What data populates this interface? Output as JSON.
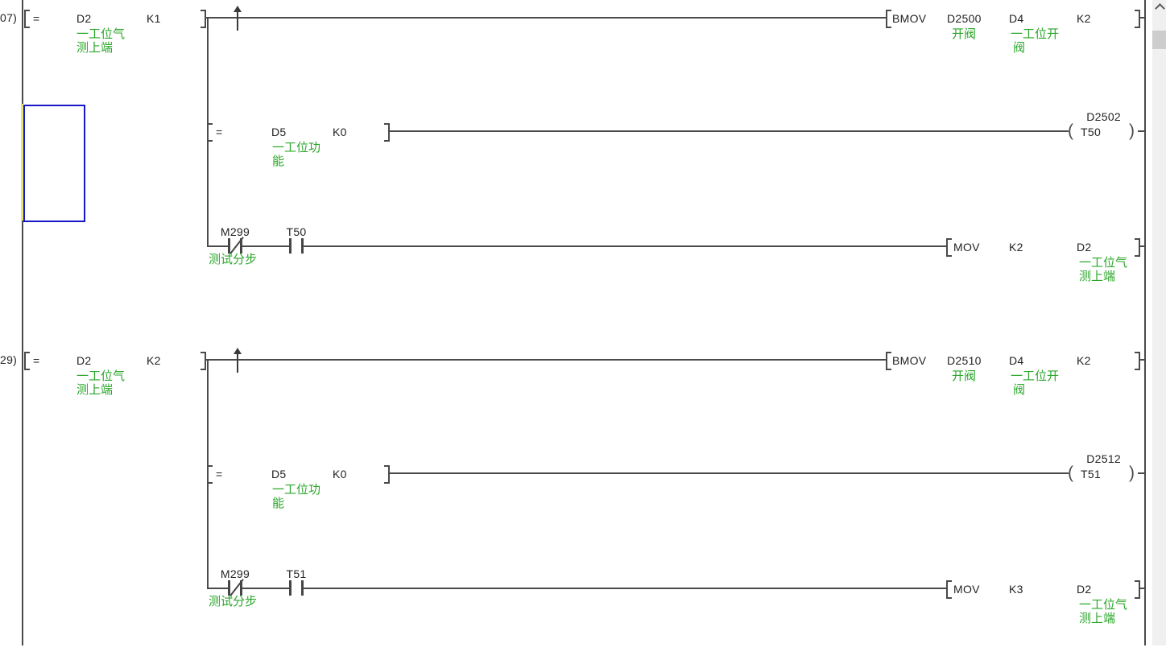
{
  "app": {
    "type": "plc-ladder-editor"
  },
  "colors": {
    "wire": "#4a4a4a",
    "device_text": "#232323",
    "comment_green": "#2aa62a",
    "selection_blue": "#1717c8",
    "rail_highlight_yellow": "#e6e66a",
    "scroll_track": "#f0f0f0",
    "scroll_thumb": "#cdcdcd"
  },
  "rungs": [
    {
      "step": "07)",
      "compare": {
        "op": "=",
        "s1": "D2",
        "s2": "K1"
      },
      "compare_comment": [
        "一工位气",
        "测上端"
      ],
      "bmov": {
        "instr": "BMOV",
        "a1": "D2500",
        "a2": "D4",
        "a3": "K2"
      },
      "bmov_comments": {
        "a1_line1": "开阀",
        "a2_line1": "一工位开",
        "a2_line2": "阀"
      },
      "timer_branch": {
        "op": "=",
        "s1": "D5",
        "s2": "K0",
        "comment": [
          "一工位功",
          "能"
        ],
        "preset": "D2502",
        "coil": "T50"
      },
      "reset_branch": {
        "nc": "M299",
        "nc_comment": "测试分步",
        "no": "T50",
        "instr": "MOV",
        "src": "K2",
        "dst": "D2",
        "dst_comment": [
          "一工位气",
          "测上端"
        ]
      }
    },
    {
      "step": "29)",
      "compare": {
        "op": "=",
        "s1": "D2",
        "s2": "K2"
      },
      "compare_comment": [
        "一工位气",
        "测上端"
      ],
      "bmov": {
        "instr": "BMOV",
        "a1": "D2510",
        "a2": "D4",
        "a3": "K2"
      },
      "bmov_comments": {
        "a1_line1": "开阀",
        "a2_line1": "一工位开",
        "a2_line2": "阀"
      },
      "timer_branch": {
        "op": "=",
        "s1": "D5",
        "s2": "K0",
        "comment": [
          "一工位功",
          "能"
        ],
        "preset": "D2512",
        "coil": "T51"
      },
      "reset_branch": {
        "nc": "M299",
        "nc_comment": "测试分步",
        "no": "T51",
        "instr": "MOV",
        "src": "K3",
        "dst": "D2",
        "dst_comment": [
          "一工位气",
          "测上端"
        ]
      }
    }
  ]
}
